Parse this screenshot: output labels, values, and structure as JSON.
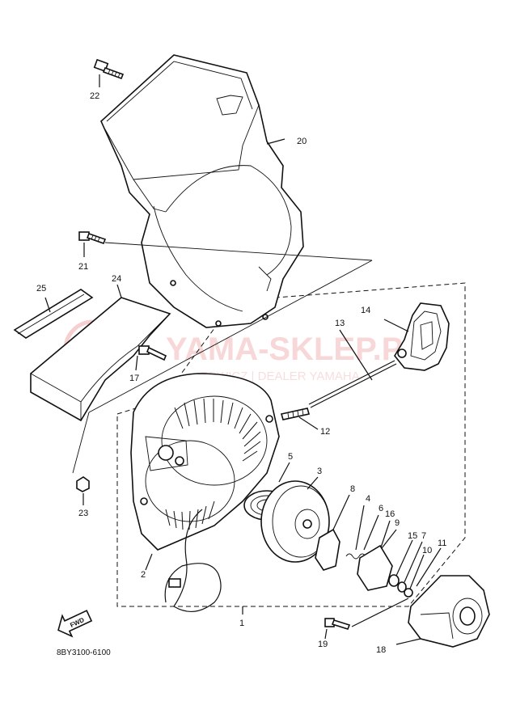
{
  "diagram": {
    "catalog_code": "8BY3100-6100",
    "fwd_label": "FWD",
    "watermark": {
      "brand": "YAMA-SKLEP.PL",
      "subtitle": "...ERWICZ | DEALER YAMAHA"
    },
    "callouts": [
      "1",
      "2",
      "3",
      "4",
      "5",
      "6",
      "7",
      "8",
      "9",
      "10",
      "11",
      "12",
      "13",
      "14",
      "15",
      "16",
      "17",
      "18",
      "19",
      "20",
      "21",
      "22",
      "23",
      "24",
      "25"
    ]
  },
  "colors": {
    "line": "#111111",
    "background": "#ffffff",
    "watermark": "#f2c4c4"
  }
}
